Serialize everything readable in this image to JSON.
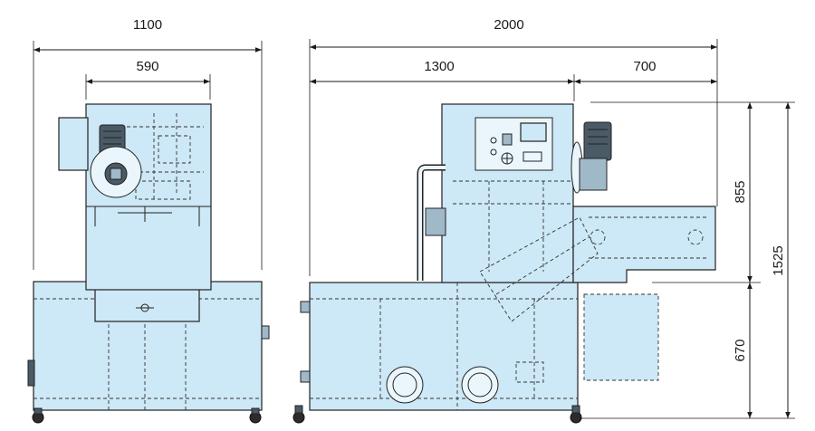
{
  "dimensions": {
    "front_total_width": "1100",
    "front_inner_width": "590",
    "side_total_length": "2000",
    "side_main_length": "1300",
    "side_conveyor_length": "700",
    "height_upper": "855",
    "height_total": "1525",
    "height_lower": "670"
  },
  "colors": {
    "machine_body": "#cde8f6",
    "outline": "#222222",
    "motor": "#4a5a66"
  }
}
